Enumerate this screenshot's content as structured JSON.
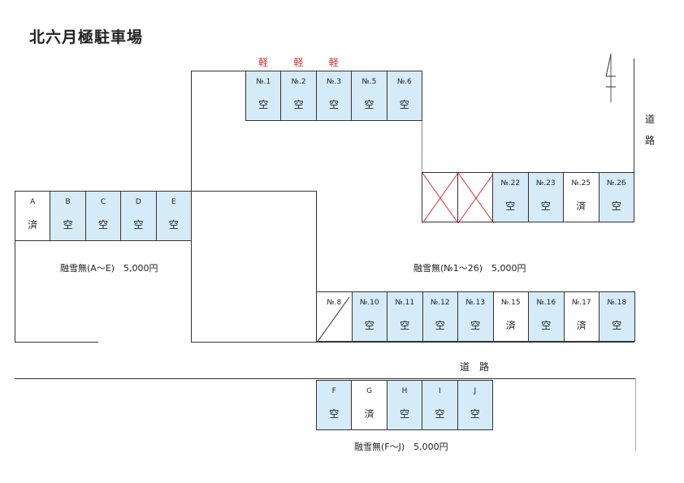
{
  "title": "北六月極駐車場",
  "kei_label": "軽",
  "road_label": "道路",
  "road_bottom": "道　路",
  "colors": {
    "vacant": "#d5ebf7",
    "kei": "#e03030"
  },
  "rows": {
    "top": [
      {
        "no": "№.1",
        "st": "空"
      },
      {
        "no": "№.2",
        "st": "空"
      },
      {
        "no": "№.3",
        "st": "空"
      },
      {
        "no": "№.5",
        "st": "空"
      },
      {
        "no": "№.6",
        "st": "空"
      }
    ],
    "right": [
      {
        "no": "",
        "st": "",
        "x": true
      },
      {
        "no": "",
        "st": "",
        "x": true
      },
      {
        "no": "№.22",
        "st": "空"
      },
      {
        "no": "№.23",
        "st": "空"
      },
      {
        "no": "№.25",
        "st": "済"
      },
      {
        "no": "№.26",
        "st": "空"
      }
    ],
    "left": [
      {
        "no": "A",
        "st": "済"
      },
      {
        "no": "B",
        "st": "空"
      },
      {
        "no": "C",
        "st": "空"
      },
      {
        "no": "D",
        "st": "空"
      },
      {
        "no": "E",
        "st": "空"
      }
    ],
    "middle": [
      {
        "no": "№.8",
        "st": "",
        "diag": true
      },
      {
        "no": "№.10",
        "st": "空"
      },
      {
        "no": "№.11",
        "st": "空"
      },
      {
        "no": "№.12",
        "st": "空"
      },
      {
        "no": "№.13",
        "st": "空"
      },
      {
        "no": "№.15",
        "st": "済"
      },
      {
        "no": "№.16",
        "st": "空"
      },
      {
        "no": "№.17",
        "st": "済"
      },
      {
        "no": "№.18",
        "st": "空"
      }
    ],
    "bottom": [
      {
        "no": "F",
        "st": "空"
      },
      {
        "no": "G",
        "st": "済"
      },
      {
        "no": "H",
        "st": "空"
      },
      {
        "no": "I",
        "st": "空"
      },
      {
        "no": "J",
        "st": "空"
      }
    ]
  },
  "labels": {
    "ae": "融雪無(A～E)　5,000円",
    "n126": "融雪無(№1～26)　5,000円",
    "fj": "融雪無(F～J)　5,000円"
  }
}
